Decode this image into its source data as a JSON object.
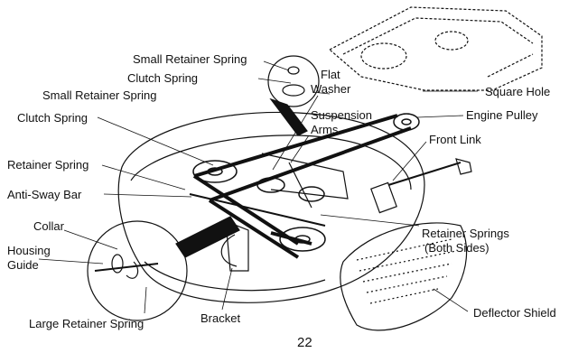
{
  "labels": {
    "small_retainer_spring_top": "Small Retainer Spring",
    "clutch_spring_top": "Clutch Spring",
    "flat": "Flat",
    "washer": "Washer",
    "small_retainer_spring_mid": "Small Retainer Spring",
    "clutch_spring_left": "Clutch Spring",
    "square_hole": "Square Hole",
    "engine_pulley": "Engine Pulley",
    "suspension": "Suspension",
    "arms": "Arms",
    "front_link": "Front Link",
    "retainer_spring": "Retainer Spring",
    "anti_sway_bar": "Anti-Sway Bar",
    "collar": "Collar",
    "housing": "Housing",
    "guide": "Guide",
    "retainer_springs": "Retainer Springs",
    "both_sides": "(Both Sides)",
    "large_retainer_spring": "Large Retainer Spring",
    "bracket": "Bracket",
    "deflector_shield": "Deflector Shield"
  },
  "page_number": "22"
}
